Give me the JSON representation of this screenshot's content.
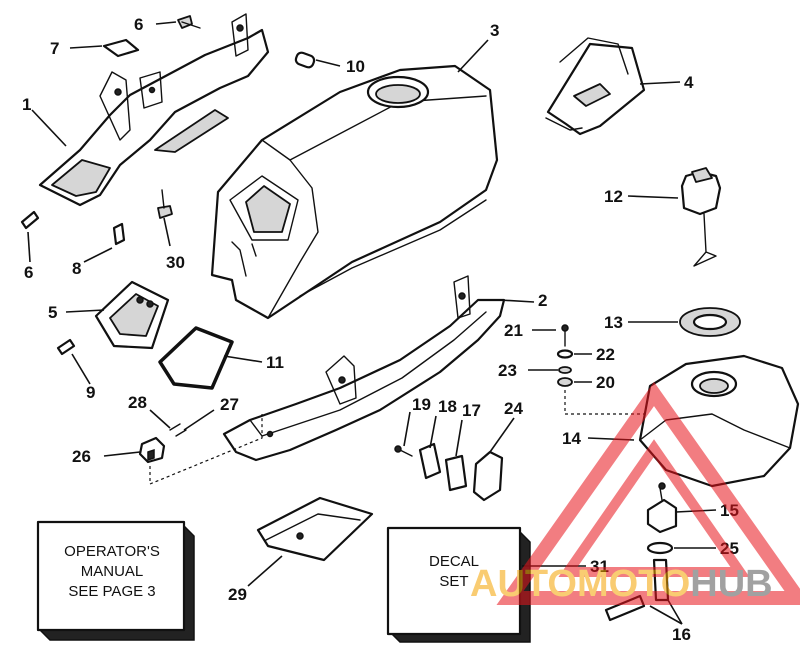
{
  "callouts": {
    "c1": "1",
    "c2": "2",
    "c3": "3",
    "c4": "4",
    "c5": "5",
    "c6a": "6",
    "c6b": "6",
    "c7": "7",
    "c8": "8",
    "c9": "9",
    "c10": "10",
    "c11": "11",
    "c12": "12",
    "c13": "13",
    "c14": "14",
    "c15": "15",
    "c16": "16",
    "c17": "17",
    "c18": "18",
    "c19": "19",
    "c20": "20",
    "c21": "21",
    "c22": "22",
    "c23": "23",
    "c24": "24",
    "c25": "25",
    "c26": "26",
    "c27": "27",
    "c28": "28",
    "c29": "29",
    "c30": "30",
    "c31": "31"
  },
  "manual_box": {
    "line1": "OPERATOR'S",
    "line2": "MANUAL",
    "line3": "SEE PAGE 3"
  },
  "decal_box": {
    "line1": "DECAL",
    "line2": "SET"
  },
  "watermark": {
    "text_auto": "AUTO",
    "text_moto": "MOTO",
    "text_hub": "HUB",
    "color_primary": "#e8141b",
    "color_secondary": "#f5a300",
    "color_dark": "#555555"
  }
}
